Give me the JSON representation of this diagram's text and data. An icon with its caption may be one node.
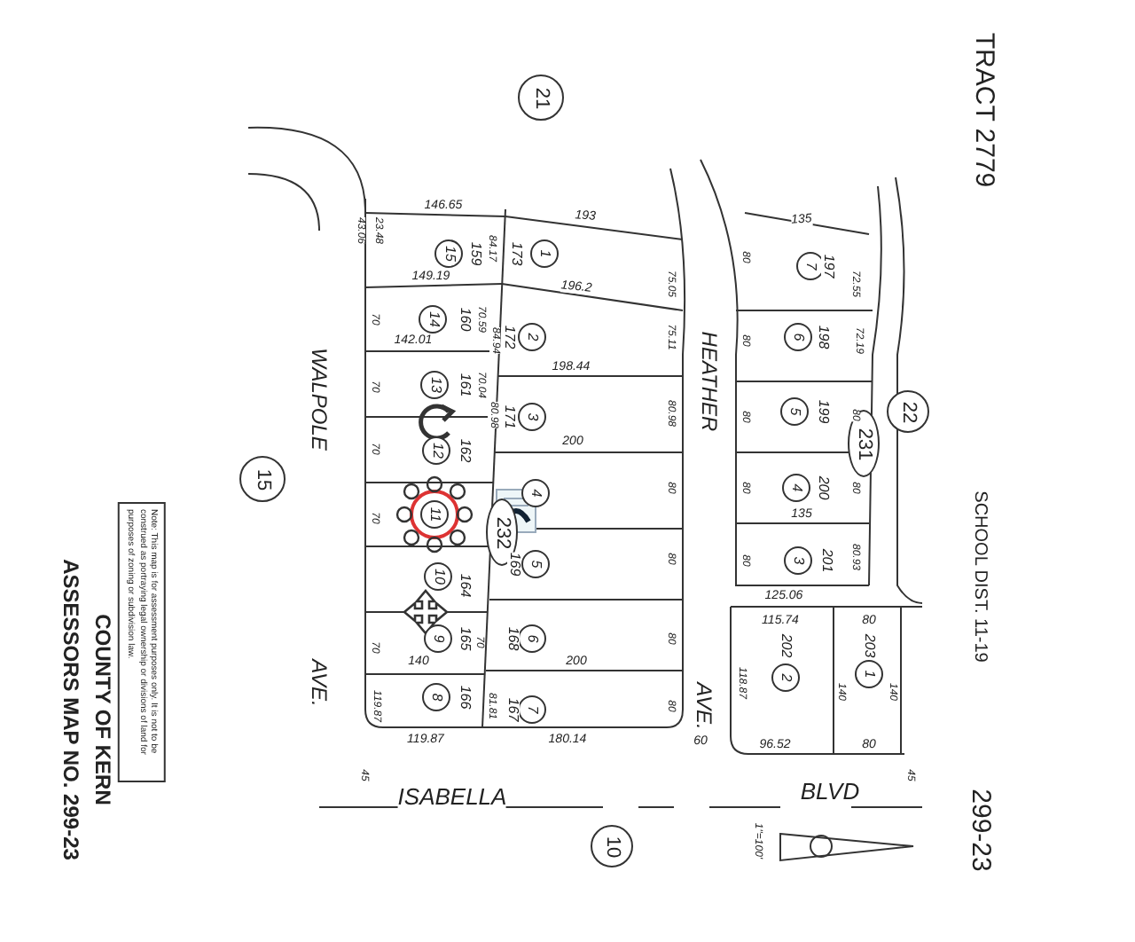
{
  "diagram": {
    "nodes": [
      {
        "text": [
          "21"
        ]
      },
      {
        "text": [
          "15"
        ]
      },
      {
        "text": [
          "15"
        ]
      },
      {
        "text": [
          "1"
        ]
      },
      {
        "text": [
          "7"
        ]
      },
      {
        "text": [
          "14"
        ]
      },
      {
        "text": [
          "2"
        ]
      },
      {
        "text": [
          "6"
        ]
      },
      {
        "text": [
          "13"
        ]
      },
      {
        "text": [
          "3"
        ]
      },
      {
        "text": [
          "22"
        ]
      },
      {
        "text": [
          "5"
        ]
      },
      {
        "text": [
          "231"
        ]
      },
      {
        "text": [
          "12"
        ]
      },
      {
        "text": [
          "4"
        ]
      },
      {
        "text": [
          "4"
        ]
      },
      {
        "text": [
          "11"
        ]
      },
      {
        "text": [
          "232"
        ]
      },
      {
        "text": [
          "5"
        ]
      },
      {
        "text": [
          "3"
        ]
      },
      {
        "text": [
          "10"
        ]
      },
      {
        "text": [
          "9"
        ]
      },
      {
        "text": [
          "6"
        ]
      },
      {
        "text": [
          "2"
        ]
      },
      {
        "text": [
          "1"
        ]
      },
      {
        "text": [
          "8"
        ]
      },
      {
        "text": [
          "7"
        ]
      },
      {
        "text": [
          "10"
        ]
      }
    ],
    "labels": [
      "TRACT 2779",
      "43.06",
      "23.48",
      "146.65",
      "193",
      "84.17",
      "75.05",
      "149.19",
      "196.2",
      "70",
      "70.59",
      "84.94",
      "75.11",
      "142.01",
      "198.44",
      "70",
      "70.04",
      "80.98",
      "80.98",
      "200",
      "70",
      "80",
      "70",
      "80",
      "70",
      "70",
      "80",
      "140",
      "200",
      "119.87",
      "81.81",
      "80",
      "119.87",
      "180.14",
      "60",
      "45",
      "WALPOLE",
      "AVE.",
      "HEATHER",
      "AVE.",
      "ISABELLA",
      "BLVD",
      "135",
      "72.55",
      "80",
      "72.19",
      "80",
      "80",
      "80",
      "80",
      "80",
      "135",
      "80",
      "80.93",
      "125.06",
      "SCHOOL DIST. 11-19",
      "115.74",
      "80",
      "118.87",
      "140",
      "140",
      "96.52",
      "80",
      "45",
      "299-23",
      "1\"=100'",
      "ASSESSORS MAP NO. 299-23",
      "COUNTY OF KERN",
      "Note: This map is for assessment purposes only. It is not to be construed as portraying legal ownership or divisions of land for purposes of zoning or subdivision law.",
      "159",
      "173",
      "197",
      "160",
      "172",
      "198",
      "161",
      "171",
      "199",
      "162",
      "200",
      "169",
      "201",
      "164",
      "165",
      "168",
      "202",
      "203",
      "166",
      "167"
    ]
  }
}
